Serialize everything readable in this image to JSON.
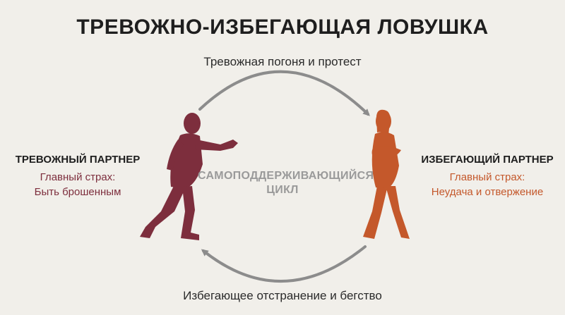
{
  "title": "ТРЕВОЖНО-ИЗБЕГАЮЩАЯ ЛОВУШКА",
  "arrows": {
    "top": "Тревожная погоня и протест",
    "bottom": "Избегающее отстранение и бегство"
  },
  "center": {
    "line1": "САМОПОДДЕРЖИВАЮЩИЙСЯ",
    "line2": "ЦИКЛ"
  },
  "left_partner": {
    "name": "ТРЕВОЖНЫЙ ПАРТНЕР",
    "fear_line1": "Главный страх:",
    "fear_line2": "Быть брошенным"
  },
  "right_partner": {
    "name": "ИЗБЕГАЮЩИЙ ПАРТНЕР",
    "fear_line1": "Главный страх:",
    "fear_line2": "Неудача и отвержение"
  },
  "colors": {
    "anxious": "#7d2e3d",
    "avoidant": "#c4582b",
    "arrow": "#8c8c8c",
    "background": "#f1efea"
  }
}
